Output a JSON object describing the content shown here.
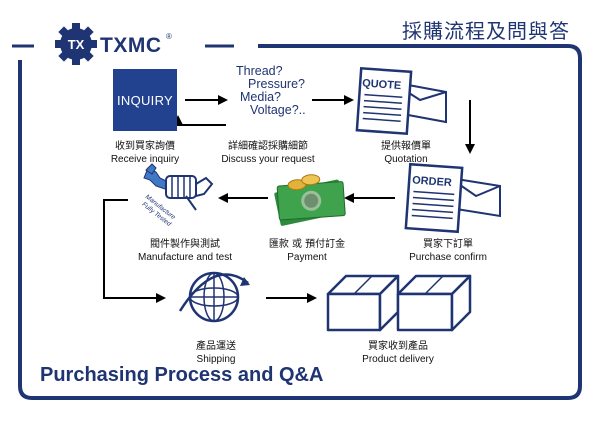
{
  "header": {
    "brand": "TXMC",
    "registered": "®",
    "logo_badge": "TX",
    "title_zh": "採購流程及問與答"
  },
  "footer": {
    "title": "Purchasing Process and Q&A"
  },
  "steps": {
    "inquiry": {
      "box_label": "INQUIRY",
      "zh": "收到買家詢價",
      "en": "Receive inquiry"
    },
    "discuss": {
      "questions": [
        "Thread?",
        "Pressure?",
        "Media?",
        "Voltage?.."
      ],
      "zh": "詳細確認採購細節",
      "en": "Discuss your request"
    },
    "quotation": {
      "doc_label": "QUOTE",
      "zh": "提供報價單",
      "en": "Quotation"
    },
    "order": {
      "doc_label": "ORDER",
      "zh": "買家下訂單",
      "en": "Purchase confirm"
    },
    "payment": {
      "zh": "匯款 或 預付訂金",
      "en": "Payment"
    },
    "manufacture": {
      "stamp": [
        "Manufacture",
        "Fully Tested"
      ],
      "zh": "閥件製作與測試",
      "en": "Manufacture and test"
    },
    "shipping": {
      "zh": "產品運送",
      "en": "Shipping"
    },
    "delivery": {
      "zh": "買家收到產品",
      "en": "Product delivery"
    }
  },
  "colors": {
    "navy": "#1f3472",
    "box_blue": "#22418f",
    "cash_green": "#2e8b3d",
    "coin_gold": "#e2b23a"
  }
}
